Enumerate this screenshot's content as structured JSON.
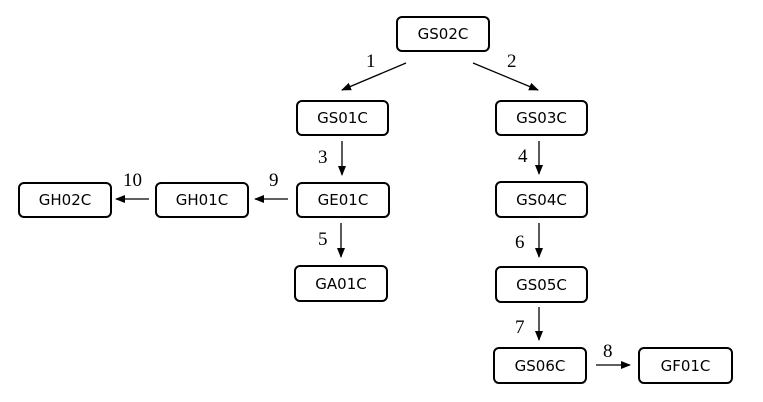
{
  "nodes": {
    "GS02C": "GS02C",
    "GS01C": "GS01C",
    "GS03C": "GS03C",
    "GE01C": "GE01C",
    "GH01C": "GH01C",
    "GH02C": "GH02C",
    "GA01C": "GA01C",
    "GS04C": "GS04C",
    "GS05C": "GS05C",
    "GS06C": "GS06C",
    "GF01C": "GF01C"
  },
  "edges": [
    {
      "label": "1",
      "from": "GS02C",
      "to": "GS01C"
    },
    {
      "label": "2",
      "from": "GS02C",
      "to": "GS03C"
    },
    {
      "label": "3",
      "from": "GS01C",
      "to": "GE01C"
    },
    {
      "label": "4",
      "from": "GS03C",
      "to": "GS04C"
    },
    {
      "label": "5",
      "from": "GE01C",
      "to": "GA01C"
    },
    {
      "label": "6",
      "from": "GS04C",
      "to": "GS05C"
    },
    {
      "label": "7",
      "from": "GS05C",
      "to": "GS06C"
    },
    {
      "label": "8",
      "from": "GS06C",
      "to": "GF01C"
    },
    {
      "label": "9",
      "from": "GE01C",
      "to": "GH01C"
    },
    {
      "label": "10",
      "from": "GH01C",
      "to": "GH02C"
    }
  ]
}
